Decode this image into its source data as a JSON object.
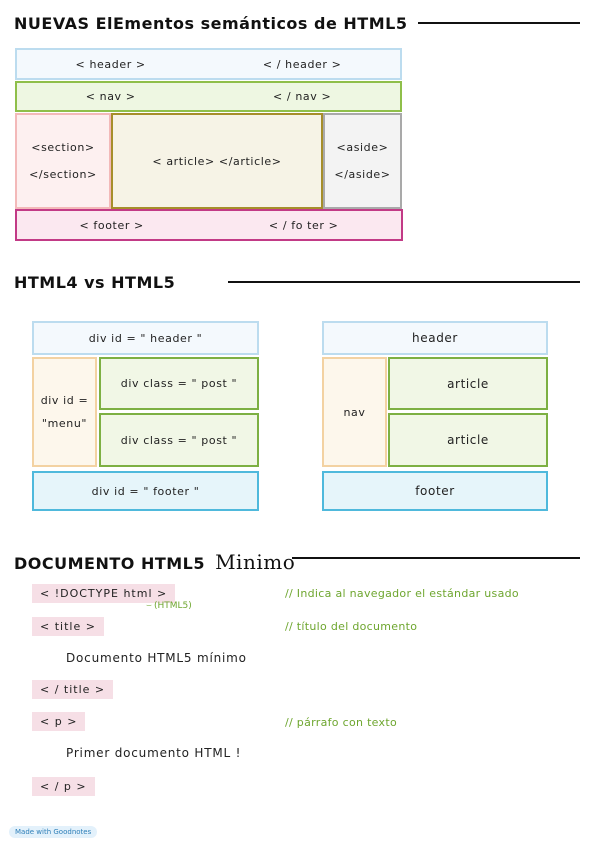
{
  "section1": {
    "title": "NUEVAS ElEmentos semánticos de HTML5",
    "header_open": "< header >",
    "header_close": "< / header >",
    "nav_open": "< nav >",
    "nav_close": "< / nav >",
    "section_open": "<section>",
    "section_close": "</section>",
    "article": "< article> </article>",
    "aside_open": "<aside>",
    "aside_close": "</aside>",
    "footer_open": "< footer >",
    "footer_close": "< / fo ter >"
  },
  "section2": {
    "title": "HTML4  vs  HTML5",
    "html4": {
      "header": "div  id  =  \" header \"",
      "menu_line1": "div id =",
      "menu_line2": "\"menu\"",
      "post1": "div  class =  \" post \"",
      "post2": "div  class =  \" post \"",
      "footer": "div  id  =  \" footer \""
    },
    "html5": {
      "header": "header",
      "nav": "nav",
      "article1": "article",
      "article2": "article",
      "footer": "footer"
    }
  },
  "section3": {
    "title_bold": "DOCUMENTO HTML5",
    "title_script": "Minimo",
    "lines": {
      "doctype": "< !DOCTYPE    html >",
      "doctype_note": "(HTML5)",
      "title_open": "< title >",
      "title_text": "Documento  HTML5   mínimo",
      "title_close": "< / title >",
      "p_open": "< p >",
      "p_text": "Primer  documento   HTML !",
      "p_close": "< / p >"
    },
    "comments": {
      "doctype": "// Indica al  navegador  el estándar  usado",
      "title": "// título del  documento",
      "p": "// párrafo con texto"
    }
  },
  "badge": "Made with Goodnotes"
}
